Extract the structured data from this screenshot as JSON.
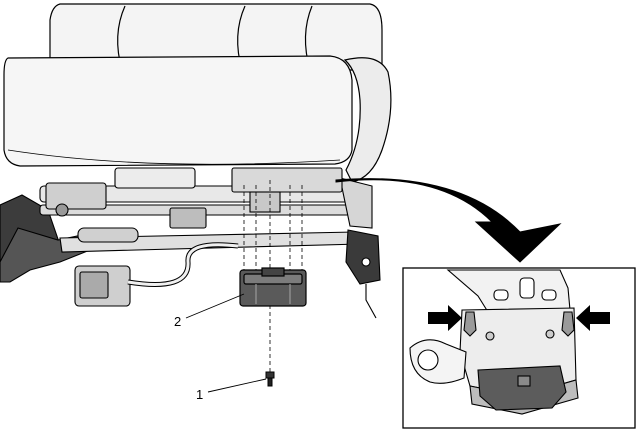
{
  "callouts": [
    {
      "label": "1",
      "part": "bolt"
    },
    {
      "label": "2",
      "part": "module"
    }
  ],
  "detail_view": {
    "arrows": [
      "left-arrow",
      "right-arrow"
    ]
  },
  "colors": {
    "line": "#000000",
    "fill_light": "#f4f4f4",
    "fill_mid": "#d8d8d8",
    "fill_dark": "#6e6e6e",
    "background": "#ffffff"
  }
}
